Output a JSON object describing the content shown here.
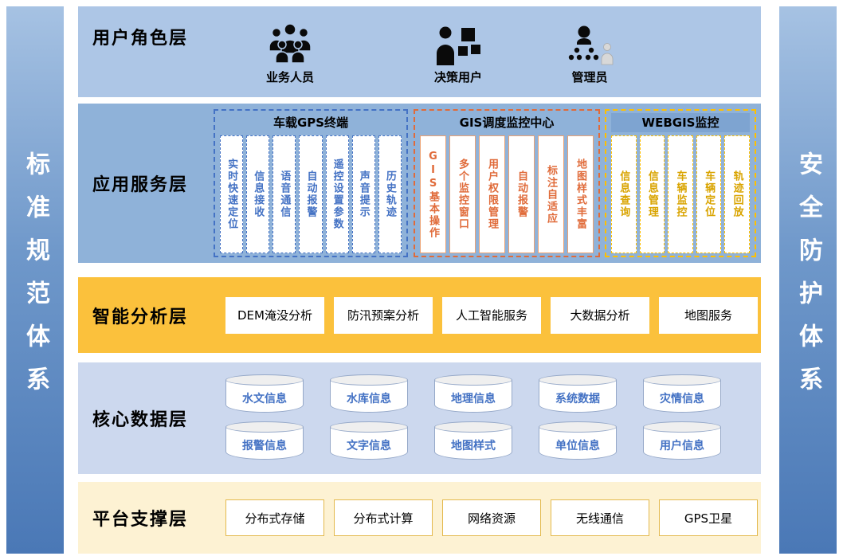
{
  "side_bars": {
    "left": "标准规范体系",
    "right": "安全防护体系"
  },
  "palette": {
    "sidebar_gradient_top": "#a6c2e3",
    "sidebar_gradient_bottom": "#4a78b6",
    "layer_user_bg": "#adc6e6",
    "layer_app_bg": "#8fb2d9",
    "layer_analysis_bg": "#fbc13c",
    "layer_data_bg": "#ccd8ee",
    "layer_platform_bg": "#fdf2d3",
    "gps_group_color": "#4472c4",
    "gis_group_color": "#e06b3a",
    "webgis_group_color": "#ffc000",
    "cylinder_text_color": "#4472c4"
  },
  "layers": {
    "user_role": {
      "title": "用户角色层",
      "roles": [
        {
          "label": "业务人员",
          "icon": "business-users-icon"
        },
        {
          "label": "决策用户",
          "icon": "decision-users-icon"
        },
        {
          "label": "管理员",
          "icon": "admin-icon"
        }
      ]
    },
    "application_service": {
      "title": "应用服务层",
      "groups": [
        {
          "name": "车载GPS终端",
          "items": [
            "实时快速定位",
            "信息接收",
            "语音通信",
            "自动报警",
            "遥控设置参数",
            "声音提示",
            "历史轨迹"
          ]
        },
        {
          "name": "GIS调度监控中心",
          "items": [
            "GIS基本操作",
            "多个监控窗口",
            "用户权限管理",
            "自动报警",
            "标注自适应",
            "地图样式丰富"
          ]
        },
        {
          "name": "WEBGIS监控",
          "items": [
            "信息查询",
            "信息管理",
            "车辆监控",
            "车辆定位",
            "轨迹回放"
          ]
        }
      ]
    },
    "intelligent_analysis": {
      "title": "智能分析层",
      "items": [
        "DEM淹没分析",
        "防汛预案分析",
        "人工智能服务",
        "大数据分析",
        "地图服务"
      ]
    },
    "core_data": {
      "title": "核心数据层",
      "rows": [
        [
          "水文信息",
          "水库信息",
          "地理信息",
          "系统数据",
          "灾情信息"
        ],
        [
          "报警信息",
          "文字信息",
          "地图样式",
          "单位信息",
          "用户信息"
        ]
      ]
    },
    "platform_support": {
      "title": "平台支撑层",
      "items": [
        "分布式存储",
        "分布式计算",
        "网络资源",
        "无线通信",
        "GPS卫星"
      ]
    }
  }
}
